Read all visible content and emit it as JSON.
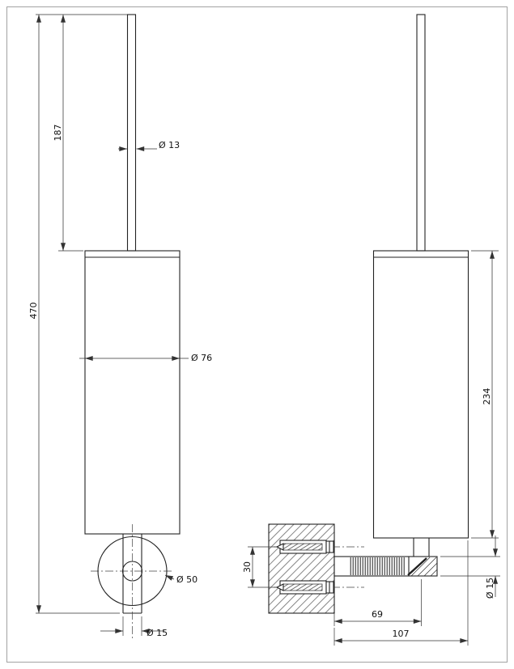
{
  "colors": {
    "line": "#222222",
    "dimension": "#333333",
    "background": "#ffffff"
  },
  "front_view": {
    "dims": {
      "overall_height": "470",
      "handle_length": "187",
      "handle_diameter": "Ø 13",
      "body_diameter": "Ø 76",
      "rosette_diameter": "Ø 50",
      "stem_diameter": "Ø 15"
    }
  },
  "side_view": {
    "dims": {
      "body_height": "234",
      "screw_spacing": "30",
      "wall_to_axis": "69",
      "wall_to_edge": "107",
      "arm_diameter": "Ø 15"
    }
  }
}
